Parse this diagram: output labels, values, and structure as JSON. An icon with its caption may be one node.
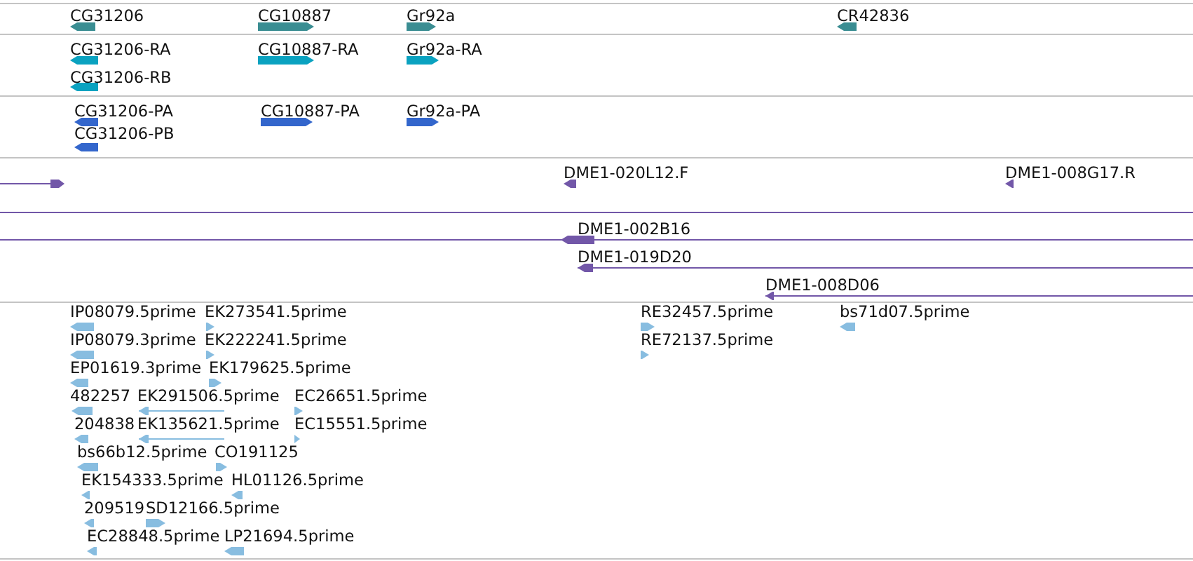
{
  "diagram": {
    "labels": [
      "CG31206",
      "CG10887",
      "Gr92a",
      "CR42836",
      "CG31206-RA",
      "CG10887-RA",
      "Gr92a-RA",
      "CG31206-RB",
      "CG31206-PA",
      "CG10887-PA",
      "Gr92a-PA",
      "CG31206-PB",
      "DME1-020L12.F",
      "DME1-008G17.R",
      "DME1-002B16",
      "DME1-019D20",
      "DME1-008D06",
      "IP08079.5prime",
      "EK273541.5prime",
      "RE32457.5prime",
      "bs71d07.5prime",
      "IP08079.3prime",
      "EK222241.5prime",
      "RE72137.5prime",
      "EP01619.3prime",
      "EK179625.5prime",
      "482257",
      "EK291506.5prime",
      "EC26651.5prime",
      "204838",
      "EK135621.5prime",
      "EC15551.5prime",
      "bs66b12.5prime",
      "CO191125",
      "EK154333.5prime",
      "HL01126.5prime",
      "209519",
      "SD12166.5prime",
      "EC28848.5prime",
      "LP21694.5prime"
    ]
  }
}
